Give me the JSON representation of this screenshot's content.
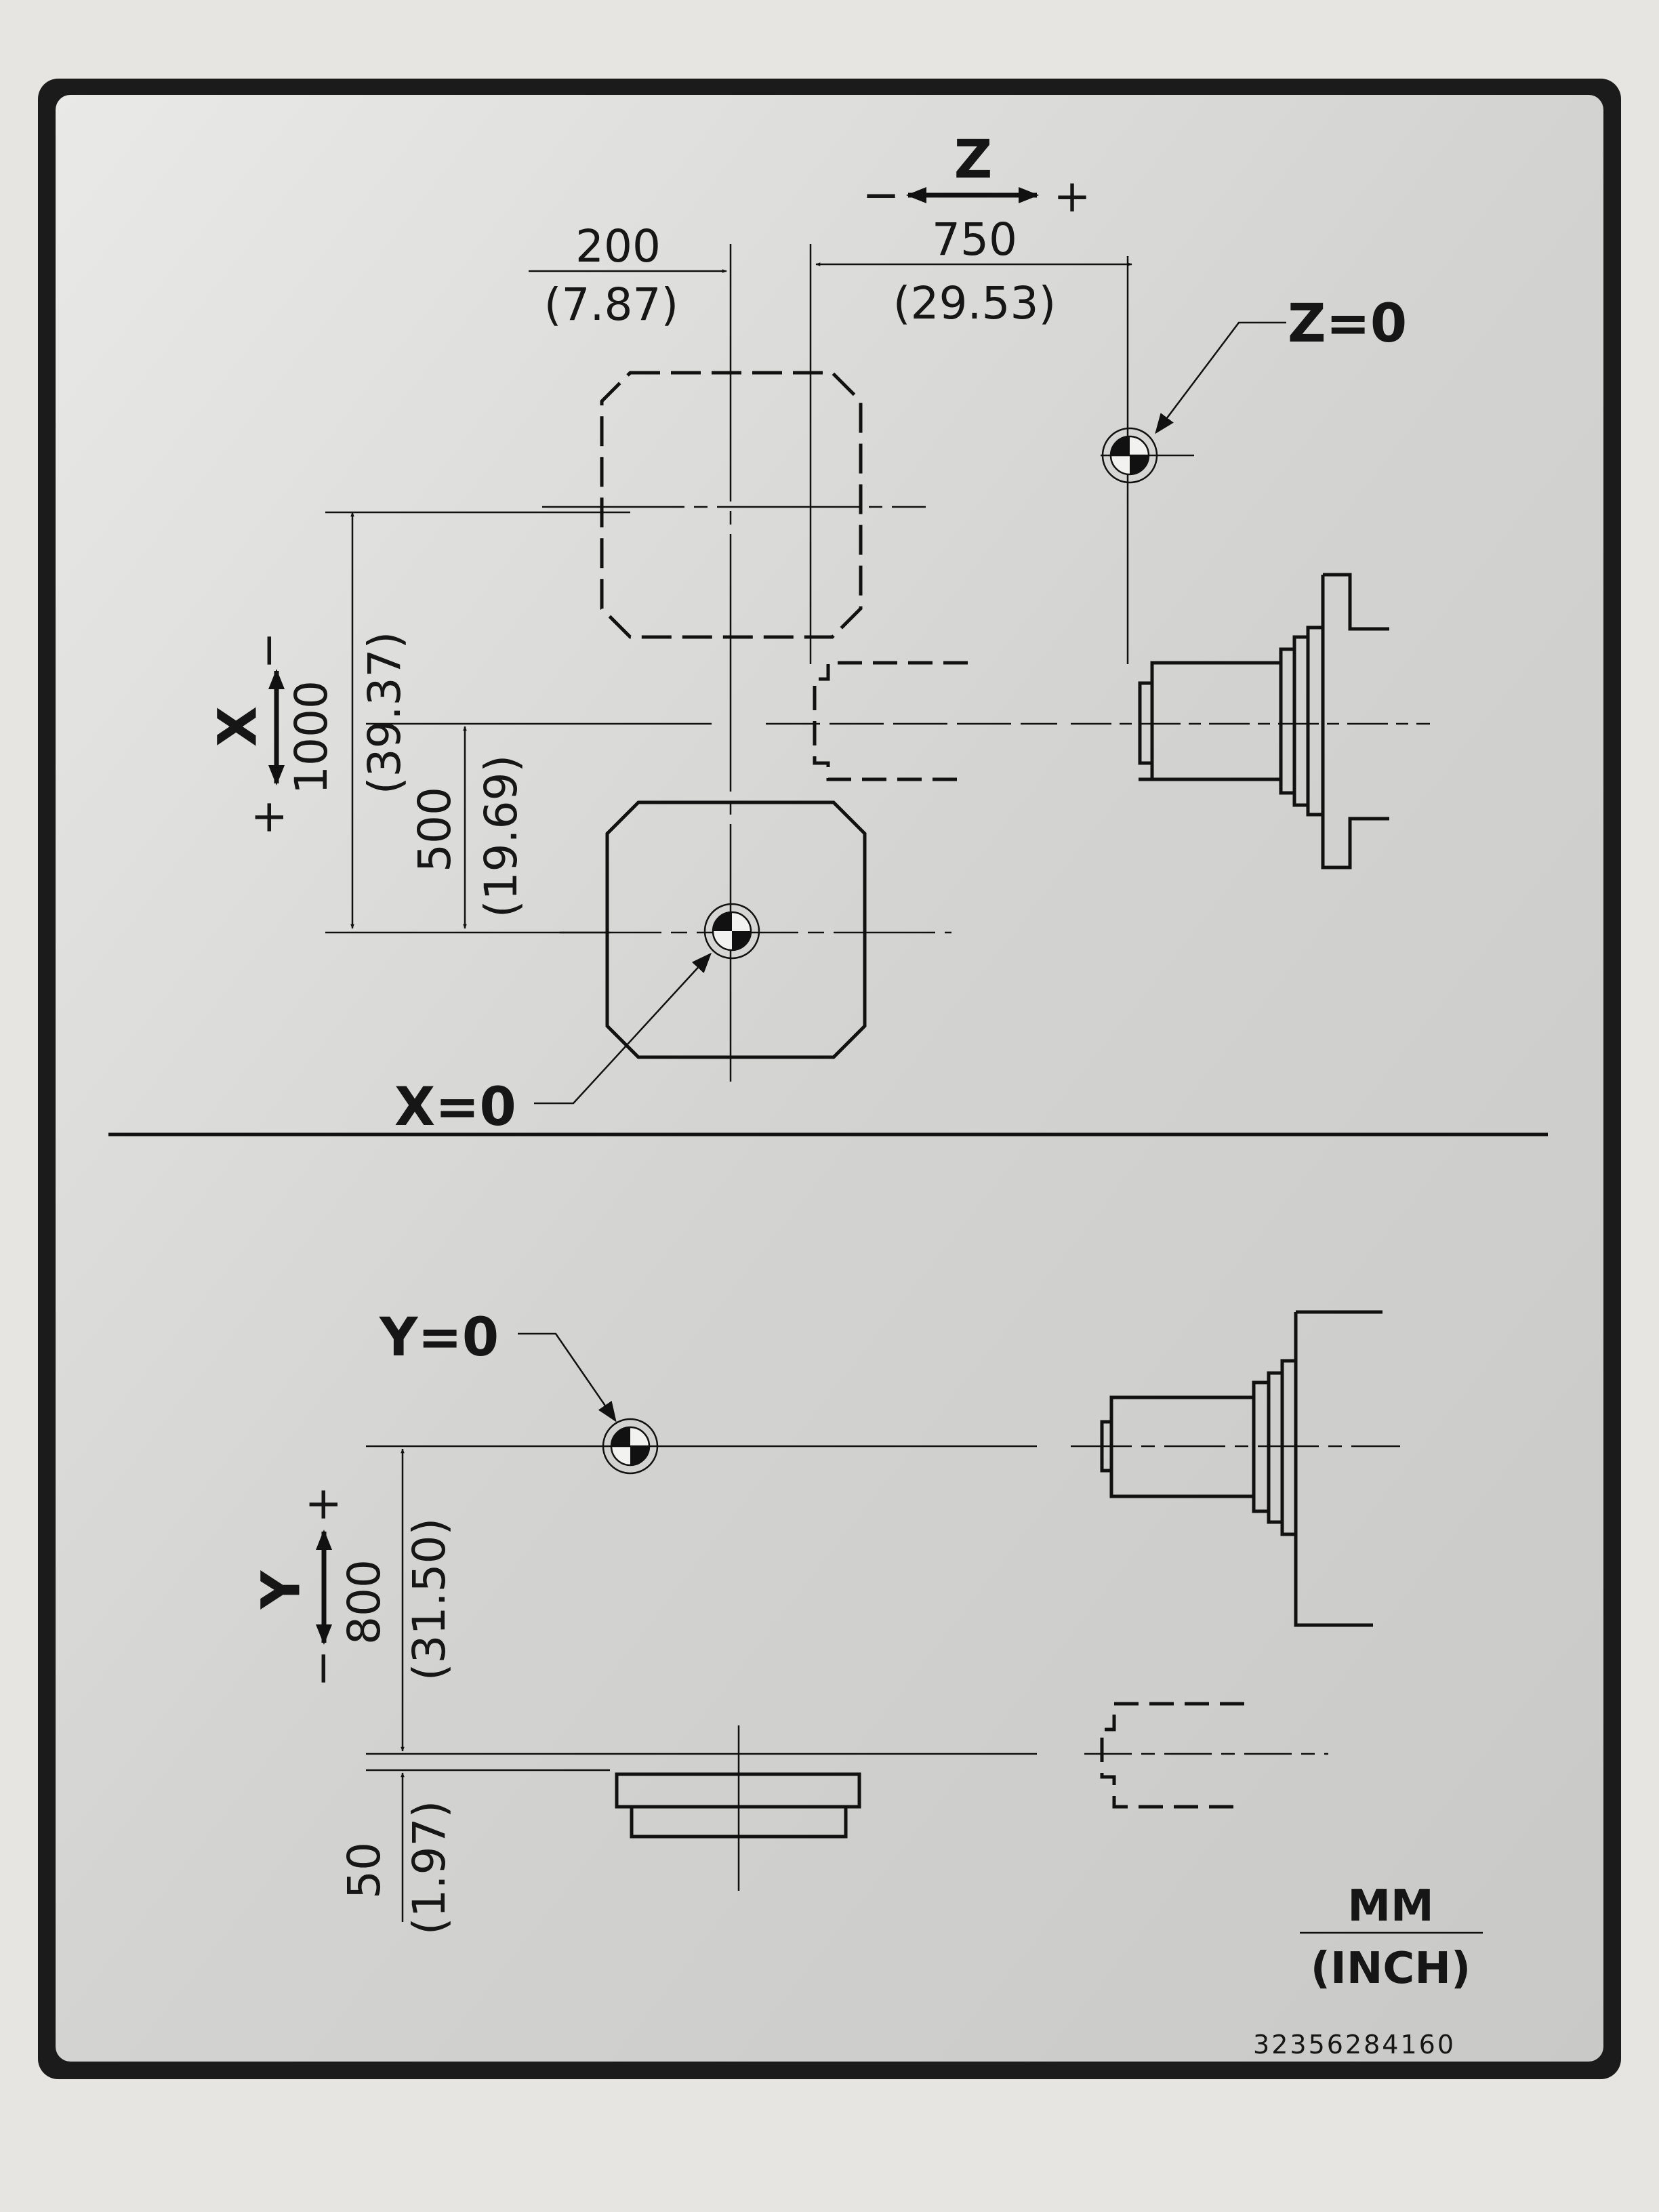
{
  "top_view": {
    "z_axis": {
      "label": "Z",
      "minus": "−",
      "plus": "+"
    },
    "dim_750": {
      "mm": "750",
      "inch": "(29.53)"
    },
    "dim_200": {
      "mm": "200",
      "inch": "(7.87)"
    },
    "z_zero": "Z=0",
    "x_axis": {
      "label": "X",
      "minus": "−",
      "plus": "+"
    },
    "dim_1000": {
      "mm": "1000",
      "inch": "(39.37)"
    },
    "dim_500": {
      "mm": "500",
      "inch": "(19.69)"
    },
    "x_zero": "X=0"
  },
  "bottom_view": {
    "y_zero": "Y=0",
    "y_axis": {
      "label": "Y",
      "minus": "−",
      "plus": "+"
    },
    "dim_800": {
      "mm": "800",
      "inch": "(31.50)"
    },
    "dim_50": {
      "mm": "50",
      "inch": "(1.97)"
    }
  },
  "units": {
    "mm": "MM",
    "inch": "(INCH)"
  },
  "part_number": "32356284160"
}
